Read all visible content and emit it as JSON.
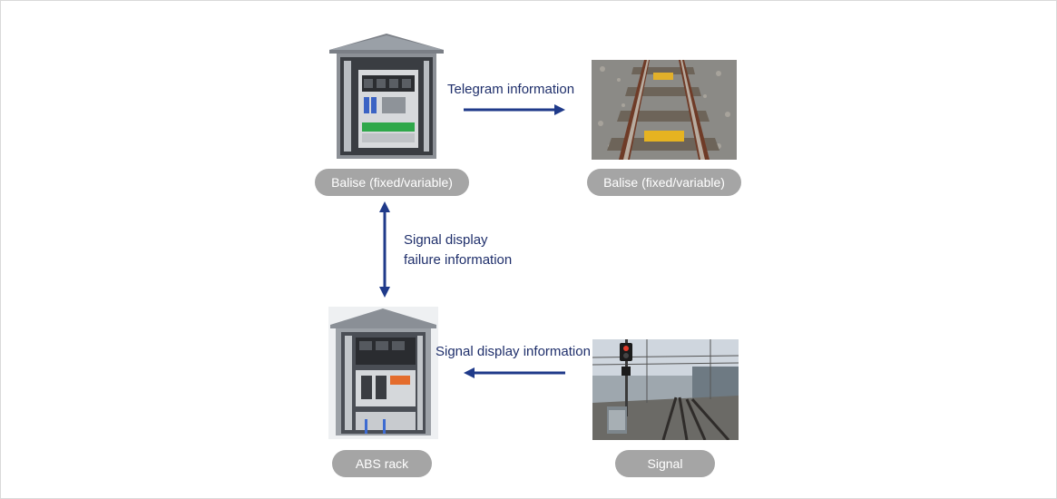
{
  "colors": {
    "arrow": "#1f3a8a",
    "pill": "#a5a5a5",
    "label": "#1f2f6b"
  },
  "nodes": {
    "cabinet_top": {
      "label": "Balise (fixed/variable)",
      "icon": "signal-cabinet-icon"
    },
    "track_balise": {
      "label": "Balise (fixed/variable)",
      "icon": "track-balise-photo"
    },
    "abs_rack": {
      "label": "ABS rack",
      "icon": "abs-rack-icon"
    },
    "signal": {
      "label": "Signal",
      "icon": "railway-signal-photo"
    }
  },
  "edges": {
    "telegram": {
      "label": "Telegram information"
    },
    "failure": {
      "line1": "Signal display",
      "line2": "failure information"
    },
    "display": {
      "label": "Signal display information"
    }
  }
}
